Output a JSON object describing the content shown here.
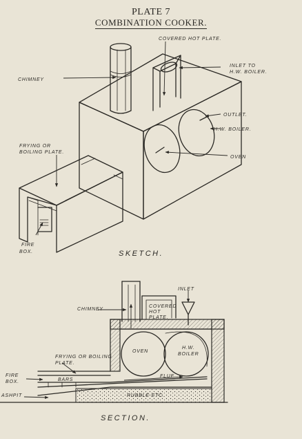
{
  "plate": {
    "title": "PLATE 7",
    "subtitle": "COMBINATION COOKER."
  },
  "sketch": {
    "caption": "SKETCH.",
    "labels": {
      "chimney": "CHIMNEY",
      "covered_hot_plate": "COVERED HOT PLATE.",
      "inlet_to_boiler_1": "INLET TO",
      "inlet_to_boiler_2": "H.W. BOILER.",
      "outlet": "OUTLET.",
      "hw_boiler": "H.W. BOILER.",
      "oven": "OVEN",
      "frying_plate_1": "FRYING OR",
      "frying_plate_2": "BOILING PLATE.",
      "fire_box_1": "FIRE",
      "fire_box_2": "BOX."
    }
  },
  "section": {
    "caption": "SECTION.",
    "labels": {
      "inlet": "INLET",
      "chimney": "CHIMNEY",
      "covered_1": "COVERED",
      "covered_2": "HOT",
      "covered_3": "PLATE.",
      "oven": "OVEN",
      "hw_boiler_1": "H.W.",
      "hw_boiler_2": "BOILER",
      "frying_plate_1": "FRYING OR BOILING",
      "frying_plate_2": "PLATE.",
      "fire_box_1": "FIRE",
      "fire_box_2": "BOX.",
      "bars": "BARS",
      "flue": "FLUE",
      "ashpit": "ASHPIT",
      "rubble": "RUBBLE ETC."
    }
  }
}
